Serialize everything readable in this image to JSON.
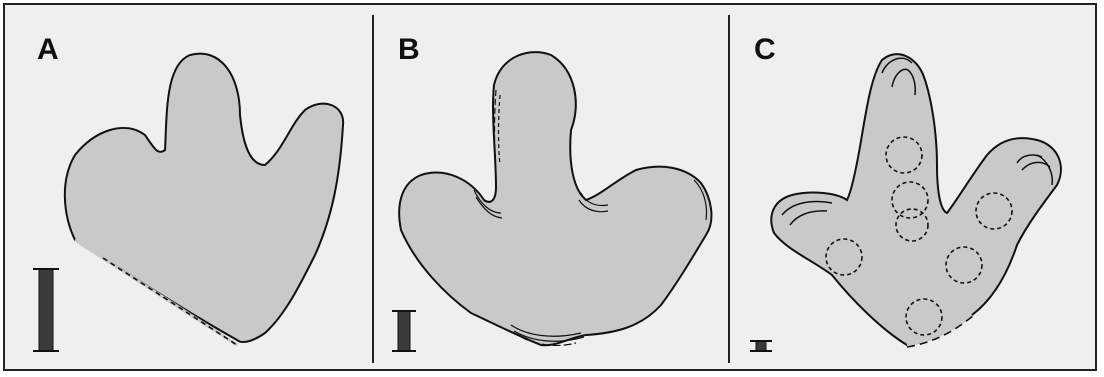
{
  "panels": [
    {
      "label": "A"
    },
    {
      "label": "B"
    },
    {
      "label": "C"
    }
  ],
  "colors": {
    "track_fill": "#c9c9c9",
    "outline": "#111111",
    "background": "#efefef",
    "scale_bar": "#3a3a3a"
  }
}
